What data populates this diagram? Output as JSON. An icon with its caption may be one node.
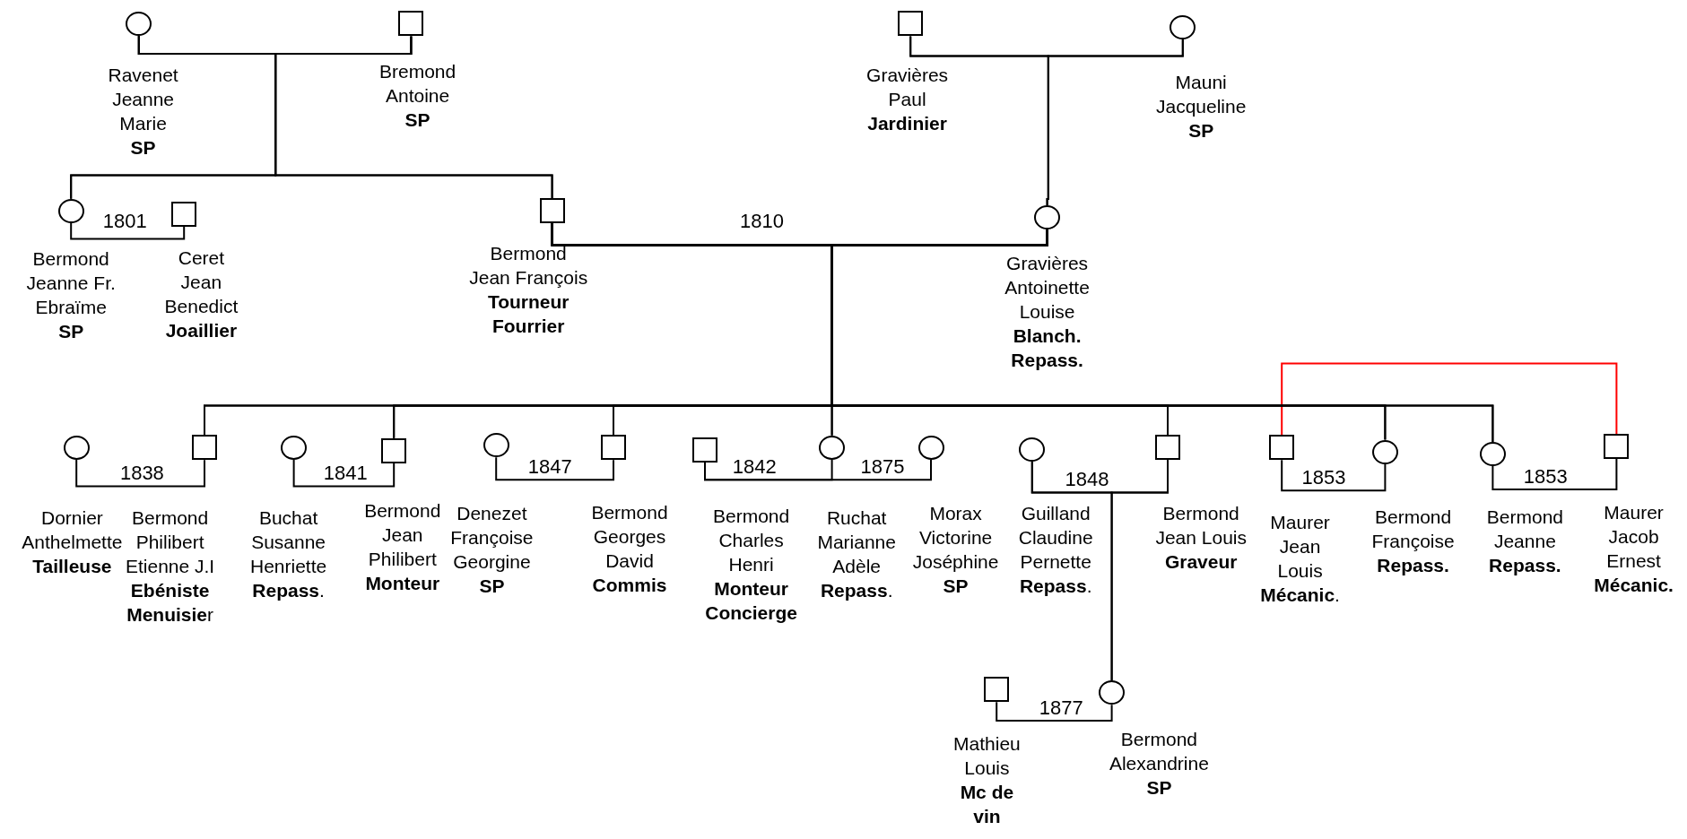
{
  "diagram": {
    "nodes": [
      {
        "text": [],
        "shape": "circle",
        "beside": [
          "Ravenet Jeanne Marie **SP**"
        ]
      },
      {
        "text": [],
        "shape": "box",
        "beside": [
          "Bremond Antoine **SP**"
        ]
      },
      {
        "text": [],
        "shape": "box",
        "beside": [
          "Gravières Paul **Jardinier**"
        ]
      },
      {
        "text": [],
        "shape": "circle",
        "beside": [
          "Mauni Jacqueline **SP**"
        ]
      },
      {
        "text": [],
        "shape": "circle",
        "beside": [
          "Bermond Jeanne Fr. Ebraïme **SP**"
        ]
      },
      {
        "text": [],
        "shape": "box",
        "beside": [
          "Ceret Jean Benedict **Joaillier**"
        ]
      },
      {
        "text": [],
        "shape": "box",
        "beside": [
          "Bermond Jean François **Tourneur Fourrier**"
        ]
      },
      {
        "text": [],
        "shape": "circle",
        "beside": [
          "Gravières Antoinette Louise **Blanch. Repass.**"
        ]
      },
      {
        "text": [],
        "shape": "circle",
        "beside": [
          "Dornier Anthelmette **Tailleuse**"
        ]
      },
      {
        "text": [],
        "shape": "box",
        "beside": [
          "Bermond Philibert Etienne J.I **Ebéniste Menuisie**r"
        ]
      },
      {
        "text": [],
        "shape": "circle",
        "beside": [
          "Buchat Susanne Henriette **Repass**."
        ]
      },
      {
        "text": [],
        "shape": "box",
        "beside": [
          "Bermond Jean Philibert **Monteur**"
        ]
      },
      {
        "text": [],
        "shape": "circle",
        "beside": [
          "Denezet Françoise Georgine **SP**"
        ]
      },
      {
        "text": [],
        "shape": "box",
        "beside": [
          "Bermond Georges David **Commis**"
        ]
      },
      {
        "text": [],
        "shape": "box",
        "beside": [
          "Bermond Charles Henri **Monteur Concierge**"
        ]
      },
      {
        "text": [],
        "shape": "circle",
        "beside": [
          "Ruchat Marianne Adèle **Repass**."
        ]
      },
      {
        "text": [],
        "shape": "circle",
        "beside": [
          "Morax Victorine Joséphine **SP**"
        ]
      },
      {
        "text": [],
        "shape": "circle",
        "beside": [
          "Guilland Claudine Pernette **Repass**."
        ]
      },
      {
        "text": [],
        "shape": "box",
        "beside": [
          "Bermond Jean Louis **Graveur**"
        ]
      },
      {
        "text": [],
        "shape": "box",
        "beside": [
          "Maurer Jean Louis **Mécanic**."
        ]
      },
      {
        "text": [],
        "shape": "circle",
        "beside": [
          "Bermond Françoise **Repass.**"
        ]
      },
      {
        "text": [],
        "shape": "circle",
        "beside": [
          "Bermond Jeanne **Repass.**"
        ]
      },
      {
        "text": [],
        "shape": "box",
        "beside": [
          "Maurer Jacob Ernest **Mécanic.**"
        ]
      },
      {
        "text": [],
        "shape": "box",
        "beside": [
          "Mathieu Louis **Mc de vin**"
        ]
      },
      {
        "text": [],
        "shape": "circle",
        "beside": [
          "Bermond Alexandrine **SP**"
        ]
      }
    ],
    "edges": [
      {
        "from": 0,
        "to": 1,
        "arrow": "none"
      },
      {
        "from": 2,
        "to": 3,
        "arrow": "none"
      },
      {
        "from": 4,
        "to": 5,
        "arrow": "none",
        "label": "1801"
      },
      {
        "from": 6,
        "to": 7,
        "arrow": "none",
        "label": "1810"
      },
      {
        "from": 8,
        "to": 9,
        "arrow": "none",
        "label": "1838"
      },
      {
        "from": 10,
        "to": 11,
        "arrow": "none",
        "label": "1841"
      },
      {
        "from": 12,
        "to": 13,
        "arrow": "none",
        "label": "1847"
      },
      {
        "from": 14,
        "to": 15,
        "arrow": "none",
        "label": "1842"
      },
      {
        "from": 14,
        "to": 16,
        "arrow": "none",
        "label": "1875"
      },
      {
        "from": 17,
        "to": 18,
        "arrow": "none",
        "label": "1848"
      },
      {
        "from": 19,
        "to": 20,
        "arrow": "none",
        "label": "1853"
      },
      {
        "from": 21,
        "to": 22,
        "arrow": "none",
        "label": "1853"
      },
      {
        "from": 23,
        "to": 24,
        "arrow": "none",
        "label": "1877"
      },
      {
        "from": 19,
        "to": 22,
        "arrow": "none",
        "color": "#ff0000"
      },
      {
        "from": 0,
        "to": 4,
        "arrow": "none"
      },
      {
        "from": 1,
        "to": 4,
        "arrow": "none"
      },
      {
        "from": 0,
        "to": 6,
        "arrow": "none"
      },
      {
        "from": 1,
        "to": 6,
        "arrow": "none"
      },
      {
        "from": 2,
        "to": 7,
        "arrow": "none"
      },
      {
        "from": 3,
        "to": 7,
        "arrow": "none"
      },
      {
        "from": 6,
        "to": 9,
        "arrow": "none"
      },
      {
        "from": 7,
        "to": 9,
        "arrow": "none"
      },
      {
        "from": 6,
        "to": 11,
        "arrow": "none"
      },
      {
        "from": 7,
        "to": 11,
        "arrow": "none"
      },
      {
        "from": 6,
        "to": 13,
        "arrow": "none"
      },
      {
        "from": 7,
        "to": 13,
        "arrow": "none"
      },
      {
        "from": 6,
        "to": 15,
        "arrow": "none"
      },
      {
        "from": 7,
        "to": 15,
        "arrow": "none"
      },
      {
        "from": 6,
        "to": 18,
        "arrow": "none"
      },
      {
        "from": 7,
        "to": 18,
        "arrow": "none"
      },
      {
        "from": 6,
        "to": 20,
        "arrow": "none"
      },
      {
        "from": 7,
        "to": 20,
        "arrow": "none"
      },
      {
        "from": 6,
        "to": 21,
        "arrow": "none"
      },
      {
        "from": 7,
        "to": 21,
        "arrow": "none"
      },
      {
        "from": 17,
        "to": 24,
        "arrow": "none"
      },
      {
        "from": 18,
        "to": 24,
        "arrow": "none"
      }
    ]
  }
}
